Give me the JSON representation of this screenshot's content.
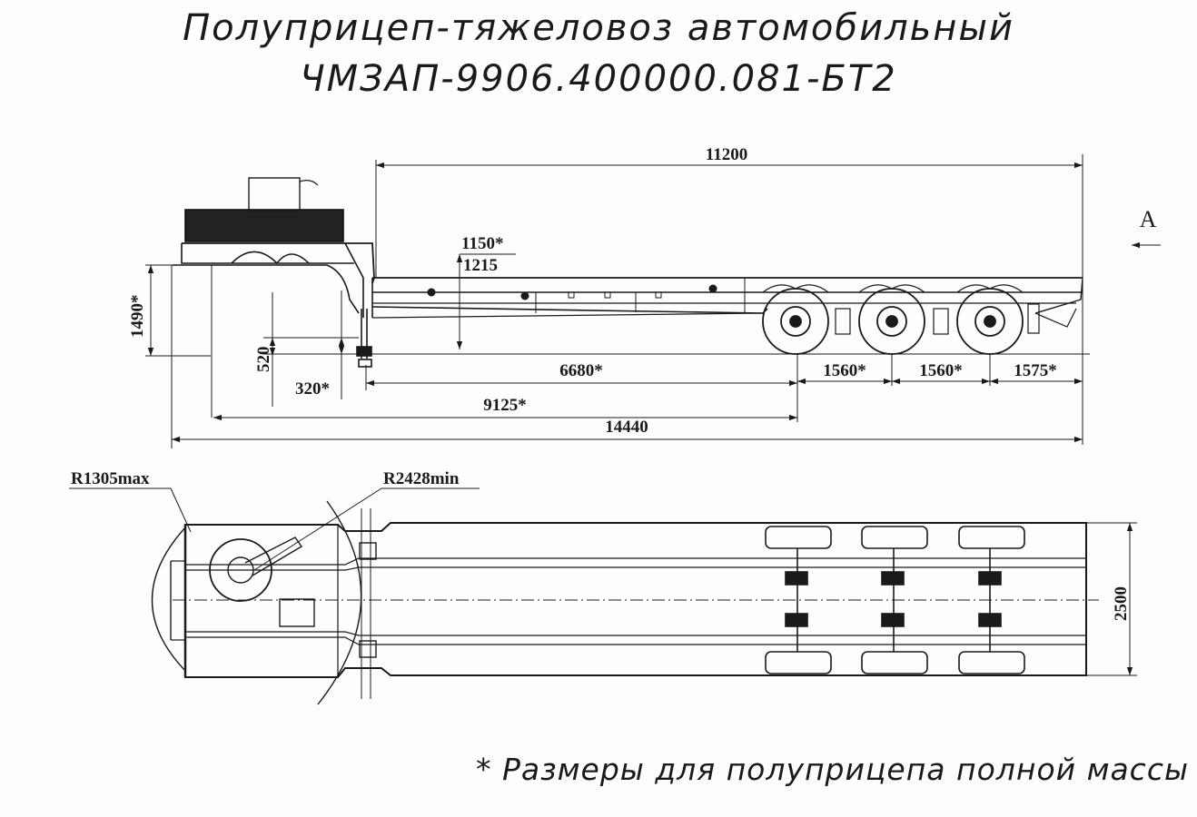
{
  "title": {
    "line1": "Полуприцеп-тяжеловоз автомобильный",
    "line2": "ЧМЗАП-9906.400000.081-БТ2"
  },
  "view_marker": "A",
  "side_view": {
    "dim_platform_length": "11200",
    "dim_platform_height_a": "1150*",
    "dim_platform_height_b": "1215",
    "dim_coupling_height": "1490*",
    "dim_support_height": "520",
    "dim_support_offset": "320*",
    "dim_kingpin_to_axle": "6680*",
    "dim_axle_spacing_1": "1560*",
    "dim_axle_spacing_2": "1560*",
    "dim_rear_overhang": "1575*",
    "dim_wheelbase": "9125*",
    "dim_total_length": "14440"
  },
  "plan_view": {
    "radius_front": "R1305max",
    "radius_turn": "R2428min",
    "width": "2500"
  },
  "footnote": "* Размеры для полуприцепа полной массы"
}
